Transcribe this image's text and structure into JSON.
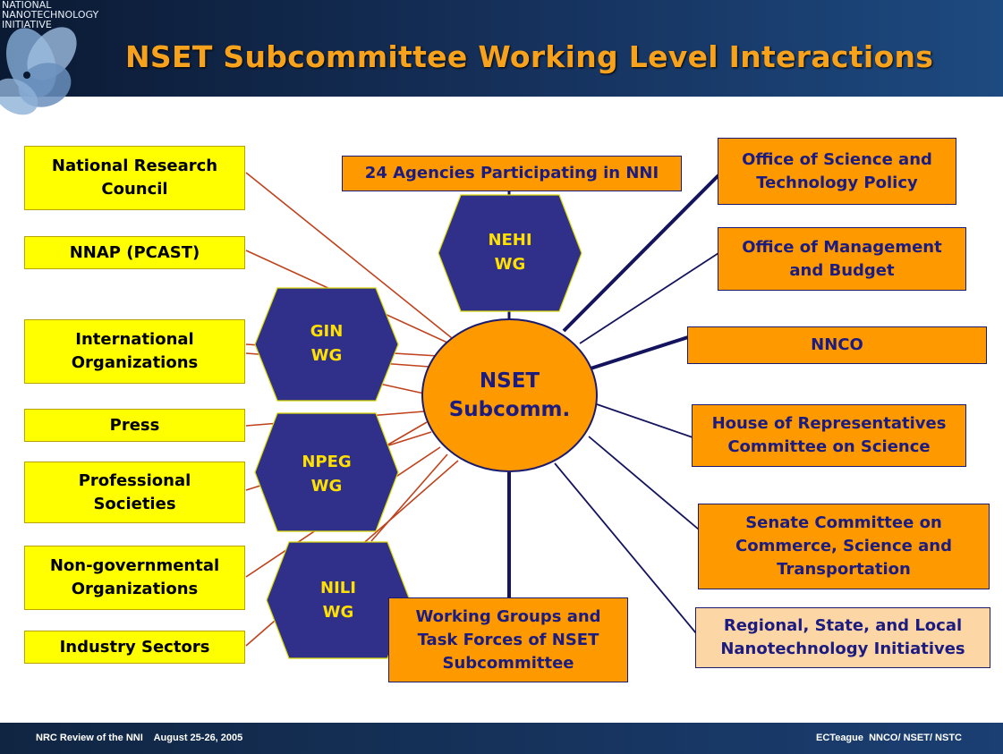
{
  "header": {
    "logo_text": [
      "NATIONAL",
      "NANOTECHNOLOGY",
      "INITIATIVE"
    ],
    "title": "NSET Subcommittee Working Level Interactions"
  },
  "center": {
    "line1": "NSET",
    "line2": "Subcomm."
  },
  "left_boxes": [
    {
      "line1": "National Research",
      "line2": "Council"
    },
    {
      "line1": "NNAP (PCAST)",
      "line2": ""
    },
    {
      "line1": "International",
      "line2": "Organizations"
    },
    {
      "line1": "Press",
      "line2": ""
    },
    {
      "line1": "Professional",
      "line2": "Societies"
    },
    {
      "line1": "Non-governmental",
      "line2": "Organizations"
    },
    {
      "line1": "Industry Sectors",
      "line2": ""
    }
  ],
  "top_box": {
    "label": "24 Agencies Participating in NNI"
  },
  "right_boxes": [
    {
      "line1": "Office of Science and",
      "line2": "Technology Policy",
      "line3": ""
    },
    {
      "line1": "Office of Management",
      "line2": "and Budget",
      "line3": ""
    },
    {
      "line1": "NNCO",
      "line2": "",
      "line3": ""
    },
    {
      "line1": "House of Representatives",
      "line2": "Committee on Science",
      "line3": ""
    },
    {
      "line1": "Senate Committee on",
      "line2": "Commerce, Science and",
      "line3": "Transportation"
    },
    {
      "line1": "Regional, State, and Local",
      "line2": "Nanotechnology Initiatives",
      "line3": ""
    }
  ],
  "bottom_box": {
    "line1": "Working Groups and",
    "line2": "Task Forces of NSET",
    "line3": "Subcommittee"
  },
  "working_groups": [
    {
      "line1": "NEHI",
      "line2": "WG"
    },
    {
      "line1": "GIN",
      "line2": "WG"
    },
    {
      "line1": "NPEG",
      "line2": "WG"
    },
    {
      "line1": "NILI",
      "line2": "WG"
    }
  ],
  "footer": {
    "left": "NRC Review of the NNI    August 25-26, 2005",
    "right": "ECTeague  NNCO/ NSET/ NSTC"
  },
  "colors": {
    "orange": "#ff9900",
    "yellow": "#ffff00",
    "peach": "#fdd6a6",
    "navy": "#1c1c80",
    "hexagon": "#30308a",
    "left_line": "#c0421c",
    "right_line": "#14145e"
  }
}
